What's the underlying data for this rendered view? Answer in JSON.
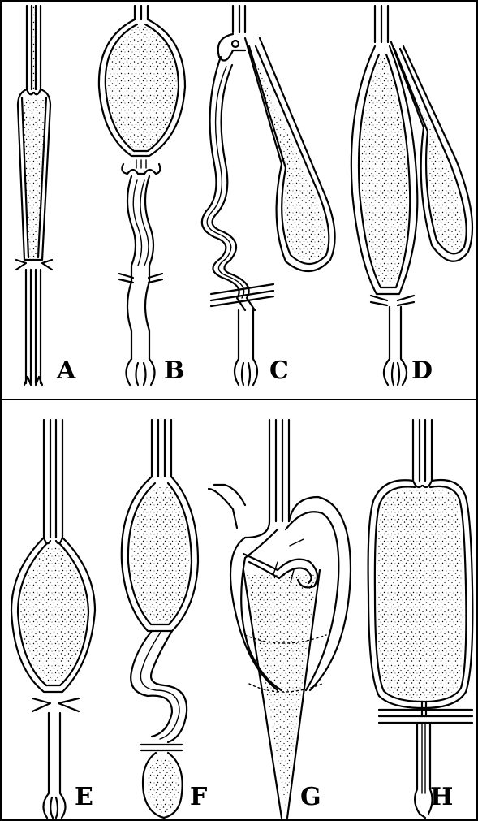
{
  "figure": {
    "panels": [
      {
        "id": "A",
        "label": "A"
      },
      {
        "id": "B",
        "label": "B"
      },
      {
        "id": "C",
        "label": "C"
      },
      {
        "id": "D",
        "label": "D"
      },
      {
        "id": "E",
        "label": "E"
      },
      {
        "id": "F",
        "label": "F"
      },
      {
        "id": "G",
        "label": "G"
      },
      {
        "id": "H",
        "label": "H"
      }
    ]
  },
  "colors": {
    "ink": "#000000",
    "paper": "#ffffff"
  }
}
